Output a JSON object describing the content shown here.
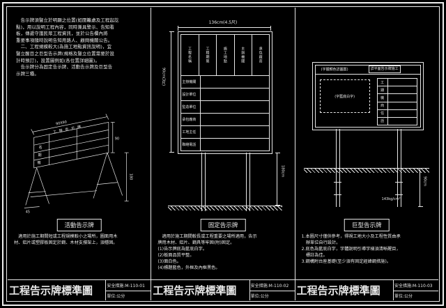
{
  "colors": {
    "background": "#000000",
    "line": "#e8e8e8",
    "text": "#e8e8e8"
  },
  "intro": "　告示牌須豎立於明顯之位置(如圍籬處及工程起訖\n點)，用以說明工程內容，同時兼具警示、告知看\n板，傳遞守護民眾工程資訊，並於公告欄內將\n重要事項隨時說明告知用路人、顧問機關公告。\n　二、工程規模較大(為施工地點資訊說明)，宜\n豎立醒目之巨型告示牌(規格及豎立位置需要於設\n計時預訂)，設置圖例如(各位置詳細圖)。\n　告示牌分為固定告示牌、活動告示牌及巨型告\n示牌三種。",
  "panels": [
    {
      "caption": "活動告示牌",
      "desc": "　適用於施工期間短或工程規模較小之場所，圖面用木\n材、鋁片或塑膠板固定於鋼、木材支撐架上，須穩固。",
      "title": "工程告示牌標準圖",
      "code": "安全措施:M-110-01",
      "unit": "單位:公分",
      "dims": {
        "board": "90X90",
        "side": "90",
        "height": "180",
        "foot": "45"
      },
      "board": {
        "header": "工程告示牌",
        "row_chars": [
          "名",
          "期",
          "機"
        ]
      }
    },
    {
      "caption": "固定告示牌",
      "desc": "　適用於施工期間較長或工程重要之場所適用，告示\n牌用木材、鋁片、鋼具等牢固(附)固定。\n(1)告示牌底為藍底白字。\n(2)板面品質平整。\n(3)面白色。\n(4)標題藍色，外框及內框黑色。",
      "title": "工程告示牌標準圖",
      "code": "安全措施:M-110-02",
      "unit": "單位:公分",
      "dims": {
        "top": "136cm(4.5尺)",
        "left": "90cm(3尺)",
        "leg": "180cm"
      },
      "board": {
        "columns": [
          "工程名稱",
          "工程期限",
          "施工地點",
          "主辦機關",
          "承包廠商"
        ],
        "rows": [
          "主辦機關",
          "設計單位",
          "監造單位",
          "承包廠商",
          "工地主任",
          "聯絡電話"
        ]
      }
    },
    {
      "caption": "巨型告示牌",
      "notes": "1.本圖尺寸僅供參考，得視工地大小及工程性質由承\n　辦單位自行設計。\n2.底色為藍底白字，字體說明引導字樣須清晰醒目，\n　標註為佳。\n3.鋼構附台座基礎(至少須有固定經緯鋼措施)。",
      "title": "工程告示牌標準圖",
      "code": "安全措施:M-110-03",
      "unit": "單位:公分",
      "dims": {
        "depth": "90cm",
        "bearing": "143kg/cm²"
      },
      "board": {
        "top_label": "(字體顏色詳圖案)",
        "box_label": "詳平面告示牌施工",
        "dashed_label": "(字藍底白字)",
        "table_rows": [
          "工",
          "期",
          "機",
          "商",
          "任",
          "話"
        ]
      }
    }
  ]
}
